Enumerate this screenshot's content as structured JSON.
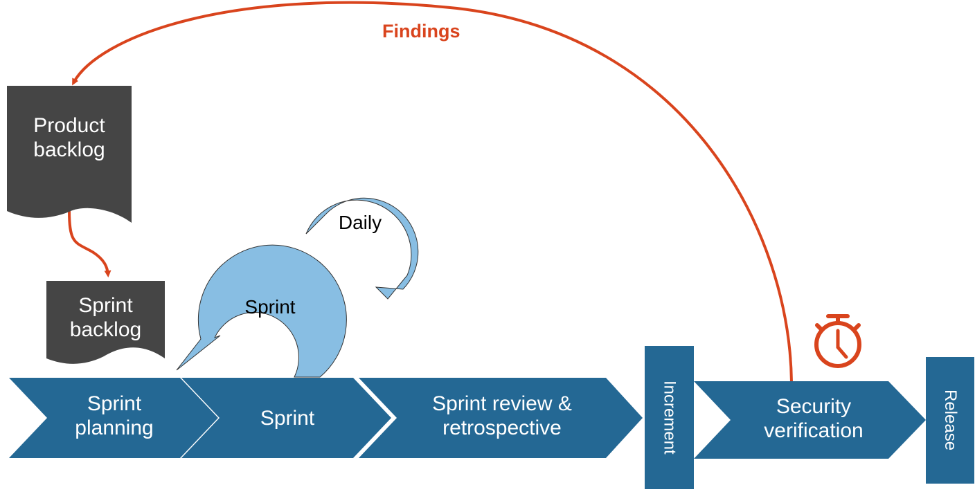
{
  "colors": {
    "process_blue": "#246894",
    "backlog_gray": "#454545",
    "cycle_light_blue": "#88bee3",
    "findings_red": "#d9441d"
  },
  "feedback": {
    "label": "Findings"
  },
  "backlogs": {
    "product": [
      "Product",
      "backlog"
    ],
    "sprint": [
      "Sprint",
      "backlog"
    ]
  },
  "cycles": {
    "daily": "Daily",
    "sprint": "Sprint"
  },
  "process": {
    "planning": [
      "Sprint",
      "planning"
    ],
    "sprint": "Sprint",
    "review": [
      "Sprint review &",
      "retrospective"
    ],
    "increment": "Increment",
    "security": [
      "Security",
      "verification"
    ],
    "release": "Release"
  },
  "icons": {
    "timer": "stopwatch-icon"
  }
}
